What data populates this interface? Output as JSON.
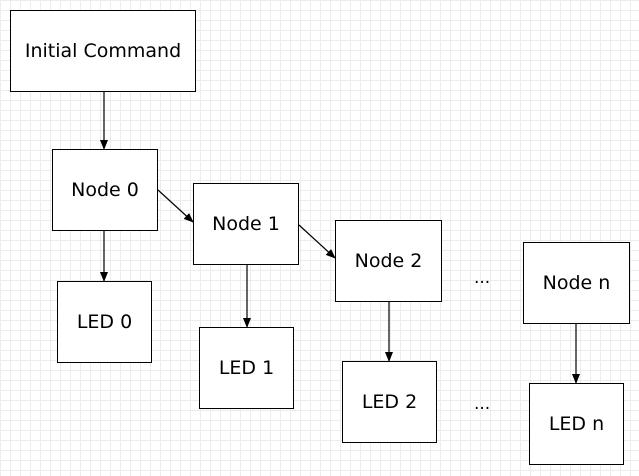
{
  "nodes": {
    "initial_command": "Initial Command",
    "node_0": "Node 0",
    "node_1": "Node 1",
    "node_2": "Node 2",
    "node_n": "Node n",
    "led_0": "LED 0",
    "led_1": "LED 1",
    "led_2": "LED 2",
    "led_n": "LED n"
  },
  "ellipsis": {
    "top": "...",
    "bottom": "..."
  },
  "edges": [
    {
      "from": "initial_command",
      "to": "node_0"
    },
    {
      "from": "node_0",
      "to": "node_1"
    },
    {
      "from": "node_1",
      "to": "node_2"
    },
    {
      "from": "node_0",
      "to": "led_0"
    },
    {
      "from": "node_1",
      "to": "led_1"
    },
    {
      "from": "node_2",
      "to": "led_2"
    },
    {
      "from": "node_n",
      "to": "led_n"
    }
  ],
  "colors": {
    "stroke": "#000000",
    "box_fill": "#ffffff",
    "grid": "#ececec"
  }
}
